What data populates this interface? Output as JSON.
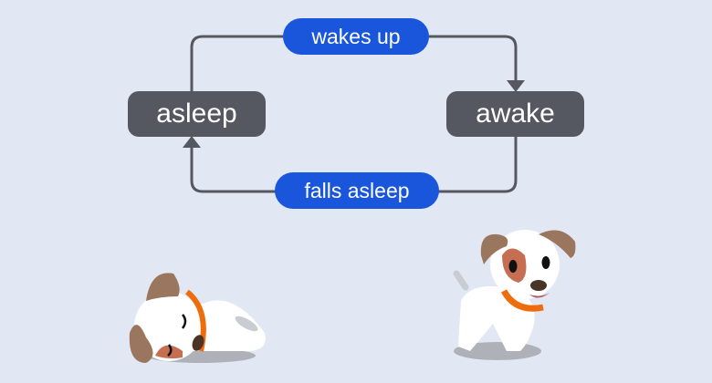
{
  "diagram": {
    "states": [
      {
        "label": "asleep"
      },
      {
        "label": "awake"
      }
    ],
    "transitions": [
      {
        "label": "wakes up",
        "from": "asleep",
        "to": "awake"
      },
      {
        "label": "falls asleep",
        "from": "awake",
        "to": "asleep"
      }
    ]
  },
  "illustrations": {
    "left": "sleeping-dog",
    "right": "awake-dog"
  },
  "colors": {
    "background": "#e2e8f3",
    "state_node": "#555761",
    "transition_pill": "#1a56db",
    "edge": "#555761"
  }
}
